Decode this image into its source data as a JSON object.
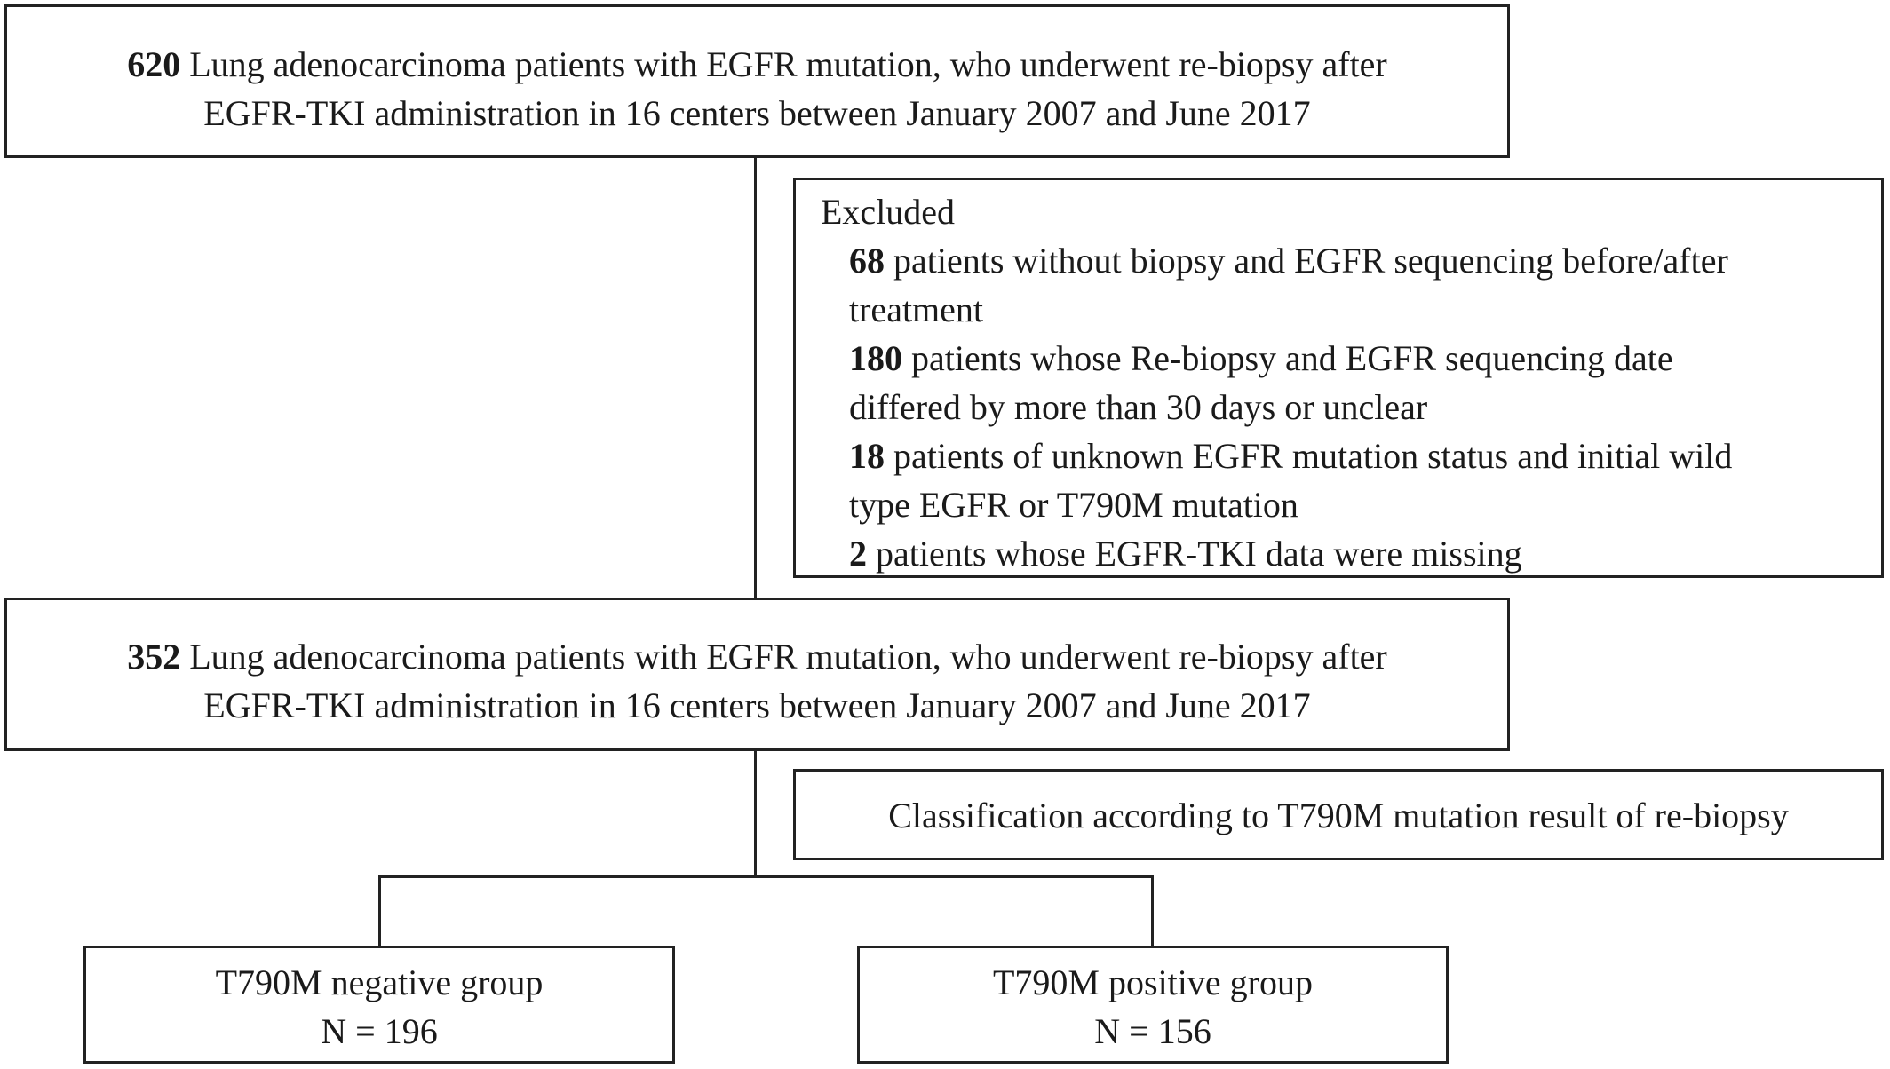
{
  "top_box": {
    "count": "620",
    "line1": " Lung adenocarcinoma patients with EGFR mutation, who underwent re-biopsy after",
    "line2": "EGFR-TKI administration in 16 centers between January 2007 and June 2017"
  },
  "excluded": {
    "heading": "Excluded",
    "items": [
      {
        "count": "68",
        "text": " patients without biopsy and EGFR sequencing before/after",
        "cont": "treatment"
      },
      {
        "count": "180",
        "text": " patients whose Re-biopsy and EGFR sequencing date",
        "cont": "differed by more than 30 days or unclear"
      },
      {
        "count": "18",
        "text": " patients of unknown EGFR mutation status and initial wild",
        "cont": "type EGFR or T790M mutation"
      },
      {
        "count": "2",
        "text": " patients whose EGFR-TKI data were missing"
      }
    ]
  },
  "mid_box": {
    "count": "352",
    "line1": " Lung adenocarcinoma patients with EGFR mutation, who underwent re-biopsy after",
    "line2": "EGFR-TKI administration in 16 centers between January 2007 and June 2017"
  },
  "classification": {
    "text": "Classification according to T790M mutation result of re-biopsy"
  },
  "groups": [
    {
      "label": "T790M negative group",
      "n": "N = 196"
    },
    {
      "label": "T790M positive group",
      "n": "N = 156"
    }
  ]
}
